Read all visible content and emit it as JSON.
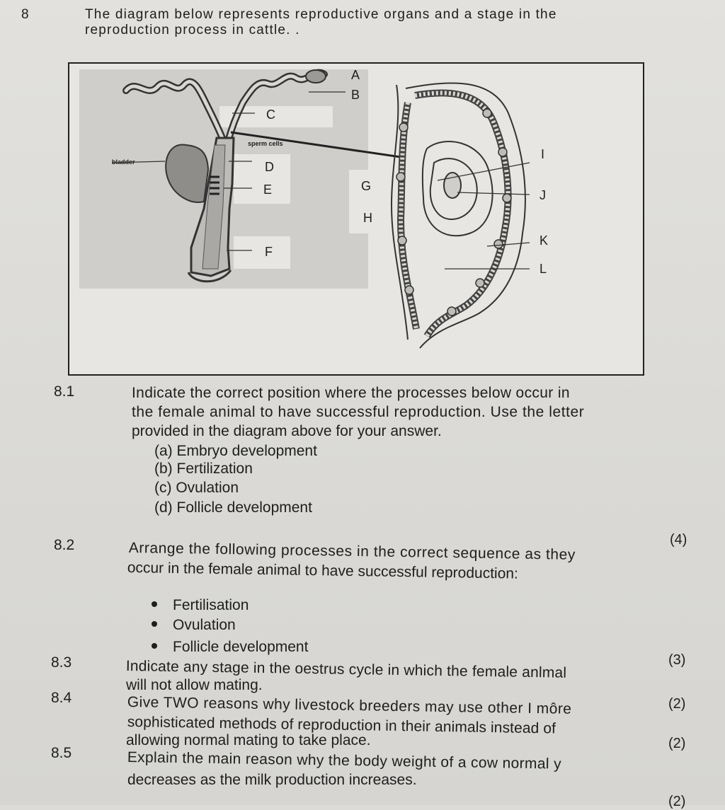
{
  "question": {
    "number": "8",
    "intro_line1": "The diagram below represents reproductive organs and a stage in the",
    "intro_line2": "reproduction process in cattle. ."
  },
  "diagram": {
    "labels": {
      "A": "A",
      "B": "B",
      "C": "C",
      "D": "D",
      "E": "E",
      "F": "F",
      "G": "G",
      "H": "H",
      "I": "I",
      "J": "J",
      "K": "K",
      "L": "L",
      "bladder": "bladder",
      "sperm_cells": "sperm cells"
    }
  },
  "q8_1": {
    "number": "8.1",
    "line1": "Indicate the correct position where the processes below occur in",
    "line2": "the female animal to have successful reproduction. Use the letter",
    "line3": "provided in the diagram above for your answer.",
    "items": [
      "(a) Embryo development",
      "(b) Fertilization",
      "(c) Ovulation",
      "(d) Follicle development"
    ],
    "marks": "(4)"
  },
  "q8_2": {
    "number": "8.2",
    "line1": "Arrange the following processes in the correct sequence as they",
    "line2": "occur in the female animal to have successful reproduction:",
    "bullets": [
      "Fertilisation",
      "Ovulation",
      "Follicle development"
    ],
    "marks": "(3)"
  },
  "q8_3": {
    "number": "8.3",
    "line1": "Indicate any stage in the oestrus cycle in which the female anlmal",
    "line2": "will not allow mating.",
    "marks": "(2)"
  },
  "q8_4": {
    "number": "8.4",
    "line1": "Give TWO reasons why livestock breeders may use other I môre",
    "line2": "sophisticated methods of reproduction in their animals instead of",
    "line3": "allowing normal mating to take place.",
    "marks": "(2)"
  },
  "q8_5": {
    "number": "8.5",
    "line1": "Explain the main reason why the body weight of a cow normal y",
    "line2": "decreases as the milk production increases.",
    "marks": "(2)"
  }
}
